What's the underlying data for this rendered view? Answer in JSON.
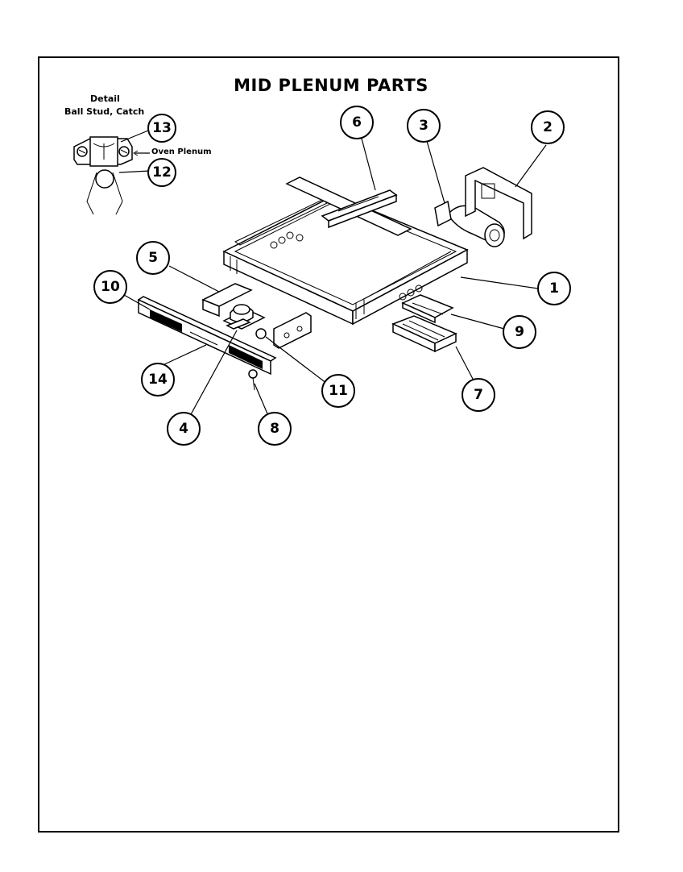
{
  "diagram": {
    "title": "MID PLENUM PARTS",
    "detail": {
      "title": "Detail",
      "subtitle": "Ball Stud, Catch",
      "label": "Oven Plenum"
    },
    "callouts": [
      {
        "id": "c1",
        "label": "1"
      },
      {
        "id": "c2",
        "label": "2"
      },
      {
        "id": "c3",
        "label": "3"
      },
      {
        "id": "c4",
        "label": "4"
      },
      {
        "id": "c5",
        "label": "5"
      },
      {
        "id": "c6",
        "label": "6"
      },
      {
        "id": "c7",
        "label": "7"
      },
      {
        "id": "c8",
        "label": "8"
      },
      {
        "id": "c9",
        "label": "9"
      },
      {
        "id": "c10",
        "label": "10"
      },
      {
        "id": "c11",
        "label": "11"
      },
      {
        "id": "c12",
        "label": "12"
      },
      {
        "id": "c13",
        "label": "13"
      },
      {
        "id": "c14",
        "label": "14"
      }
    ]
  }
}
